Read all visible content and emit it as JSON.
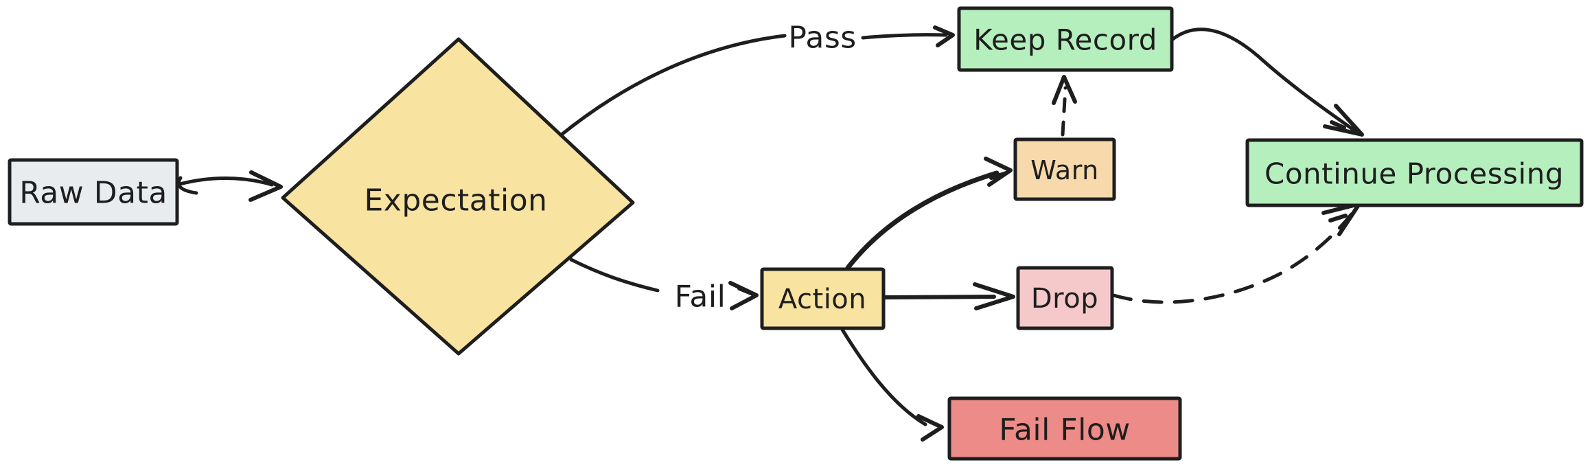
{
  "diagram": {
    "type": "flowchart",
    "style": "hand-drawn",
    "colors": {
      "background": "#ffffff",
      "stroke": "#1e1e1e",
      "text": "#1e1e1e"
    },
    "nodes": {
      "raw_data": {
        "label": "Raw Data",
        "fill": "#e9ecef",
        "shape": "rectangle"
      },
      "expectation": {
        "label": "Expectation",
        "fill": "#f8e3a0",
        "shape": "diamond"
      },
      "keep_record": {
        "label": "Keep Record",
        "fill": "#b6efbe",
        "shape": "rectangle"
      },
      "warn": {
        "label": "Warn",
        "fill": "#f8d9ac",
        "shape": "rectangle"
      },
      "action": {
        "label": "Action",
        "fill": "#f8e3a0",
        "shape": "rectangle"
      },
      "drop": {
        "label": "Drop",
        "fill": "#f5c9c9",
        "shape": "rectangle"
      },
      "fail_flow": {
        "label": "Fail Flow",
        "fill": "#ec8b87",
        "shape": "rectangle"
      },
      "continue_processing": {
        "label": "Continue Processing",
        "fill": "#b6efbe",
        "shape": "rectangle"
      }
    },
    "edge_labels": {
      "pass": "Pass",
      "fail": "Fail"
    },
    "edges": [
      {
        "from": "Raw Data",
        "to": "Expectation",
        "style": "solid",
        "label": ""
      },
      {
        "from": "Expectation",
        "to": "Keep Record",
        "style": "solid",
        "label": "Pass"
      },
      {
        "from": "Expectation",
        "to": "Action",
        "style": "solid",
        "label": "Fail"
      },
      {
        "from": "Action",
        "to": "Warn",
        "style": "solid",
        "label": ""
      },
      {
        "from": "Action",
        "to": "Drop",
        "style": "solid",
        "label": ""
      },
      {
        "from": "Action",
        "to": "Fail Flow",
        "style": "solid",
        "label": ""
      },
      {
        "from": "Warn",
        "to": "Keep Record",
        "style": "dashed",
        "label": ""
      },
      {
        "from": "Keep Record",
        "to": "Continue Processing",
        "style": "solid",
        "label": ""
      },
      {
        "from": "Drop",
        "to": "Continue Processing",
        "style": "dashed",
        "label": ""
      }
    ]
  }
}
